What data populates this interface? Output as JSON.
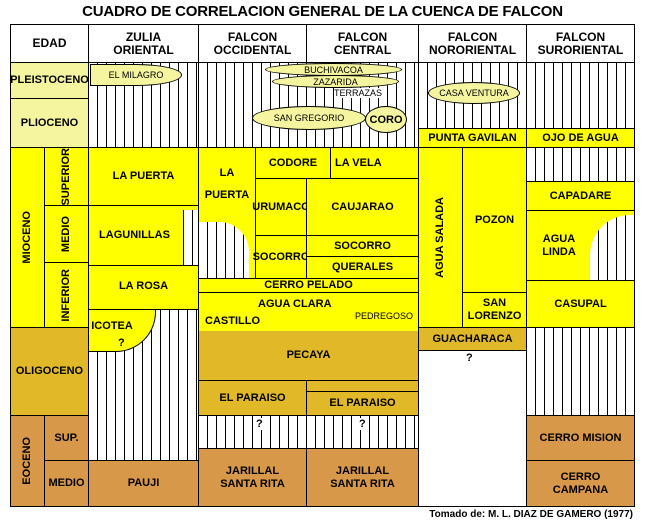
{
  "title": "CUADRO DE CORRELACION GENERAL DE LA CUENCA DE FALCON",
  "headers": [
    "EDAD",
    "ZULIA ORIENTAL",
    "FALCON OCCIDENTAL",
    "FALCON CENTRAL",
    "FALCON NORORIENTAL",
    "FALCON SURORIENTAL"
  ],
  "ages": {
    "pleistoceno": "PLEISTOCENO",
    "plioceno": "PLIOCENO",
    "mioceno": "MIOCENO",
    "superior": "SUPERIOR",
    "medio": "MEDIO",
    "inferior": "INFERIOR",
    "oligoceno": "OLIGOCENO",
    "eoceno": "EOCENO",
    "sup": "SUP.",
    "medio2": "MEDIO"
  },
  "zulia": {
    "el_milagro": "EL MILAGRO",
    "la_puerta": "LA PUERTA",
    "lagunillas": "LAGUNILLAS",
    "la_rosa": "LA ROSA",
    "icotea": "ICOTEA",
    "pauji": "PAUJI"
  },
  "falcon": {
    "buchivacoa": "BUCHIVACOA",
    "zazarida": "ZAZARIDA",
    "terrazas": "TERRAZAS",
    "san_gregorio": "SAN GREGORIO",
    "coro": "CORO",
    "la_puerta": "LA PUERTA",
    "codore": "CODORE",
    "la_vela": "LA VELA",
    "urumaco": "URUMACO",
    "caujarao": "CAUJARAO",
    "socorro": "SOCORRO",
    "socorro2": "SOCORRO",
    "querales": "QUERALES",
    "cerro_pelado": "CERRO PELADO",
    "agua_clara": "AGUA CLARA",
    "castillo": "CASTILLO",
    "pedregoso": "PEDREGOSO",
    "pecaya": "PECAYA",
    "el_paraiso": "EL PARAISO",
    "el_paraiso2": "EL PARAISO",
    "jarillal": "JARILLAL",
    "santa_rita": "SANTA RITA",
    "jarillal2": "JARILLAL",
    "santa_rita2": "SANTA RITA"
  },
  "nororiental": {
    "casa_ventura": "CASA VENTURA",
    "punta_gavilan": "PUNTA GAVILAN",
    "agua_salada": "AGUA SALADA",
    "pozon": "POZON",
    "san_lorenzo": "SAN LORENZO",
    "guacharaca": "GUACHARACA"
  },
  "suroriental": {
    "ojo_de_agua": "OJO DE AGUA",
    "capadare": "CAPADARE",
    "agua_linda": "AGUA LINDA",
    "casupal": "CASUPAL",
    "cerro_mision": "CERRO MISION",
    "cerro_campana": "CERRO CAMPANA"
  },
  "unknown": "?",
  "source": "Tomado de: M. L. DIAZ DE GAMERO (1977)"
}
